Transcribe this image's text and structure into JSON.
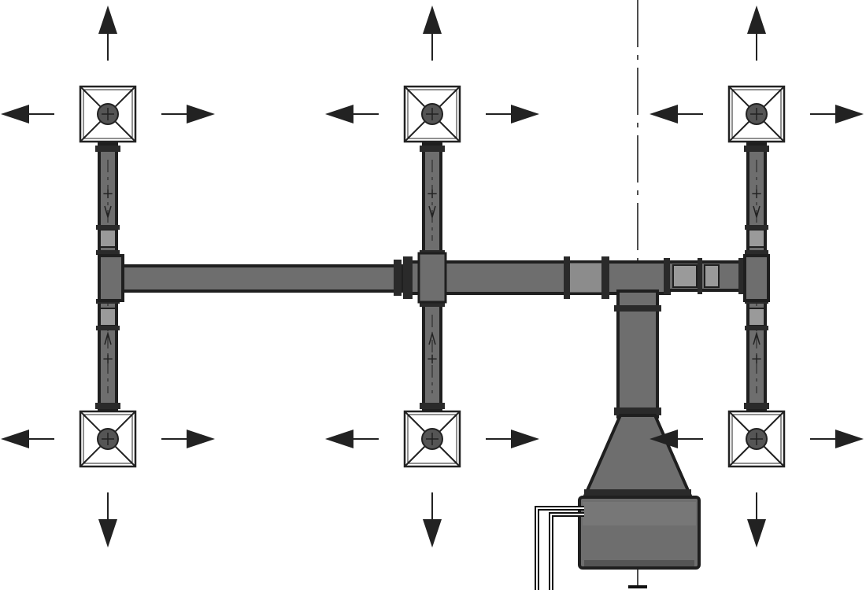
{
  "diagram": {
    "type": "hvac-duct-plan",
    "colors": {
      "background": "#ffffff",
      "duct_fill": "#6e6e6e",
      "duct_stroke": "#1f1f1f",
      "section_light": "#9a9a9a",
      "diffuser_fill": "#ffffff",
      "arrow": "#222222",
      "centerline": "#222222"
    },
    "diffuser_count": 6,
    "diffuser_throw_directions": [
      "up",
      "down",
      "left",
      "right"
    ],
    "icons": [
      "ceiling-diffuser-icon",
      "air-throw-arrow-icon",
      "flow-direction-arrow-icon",
      "fan-unit-icon"
    ]
  }
}
